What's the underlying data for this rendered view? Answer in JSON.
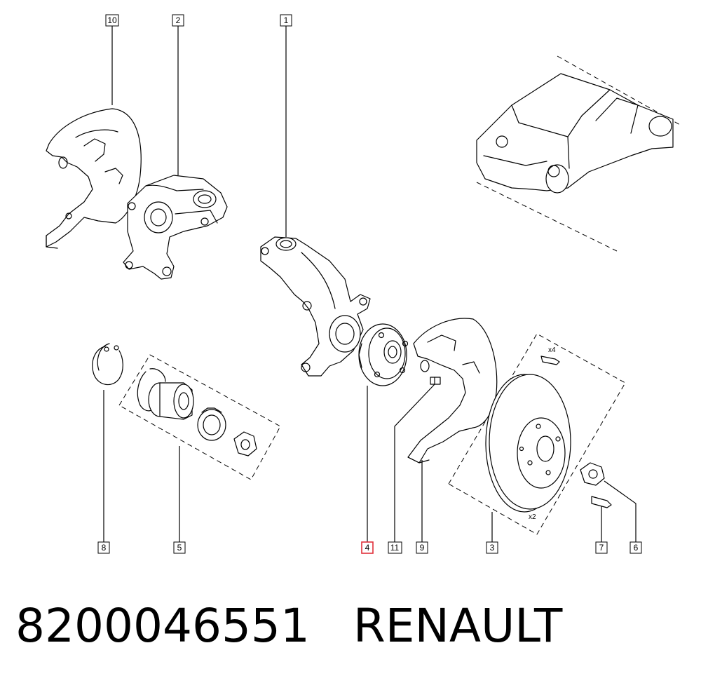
{
  "diagram": {
    "callouts": [
      "10",
      "2",
      "1",
      "8",
      "5",
      "4",
      "11",
      "9",
      "3",
      "7",
      "6"
    ],
    "quantity_marks": {
      "bolts": "x4",
      "discs": "x2"
    },
    "highlighted_callout": "4",
    "colors": {
      "line": "#000000",
      "highlight": "#e0303a",
      "background": "#ffffff"
    }
  },
  "footer": {
    "part_number": "8200046551",
    "brand": "RENAULT"
  }
}
